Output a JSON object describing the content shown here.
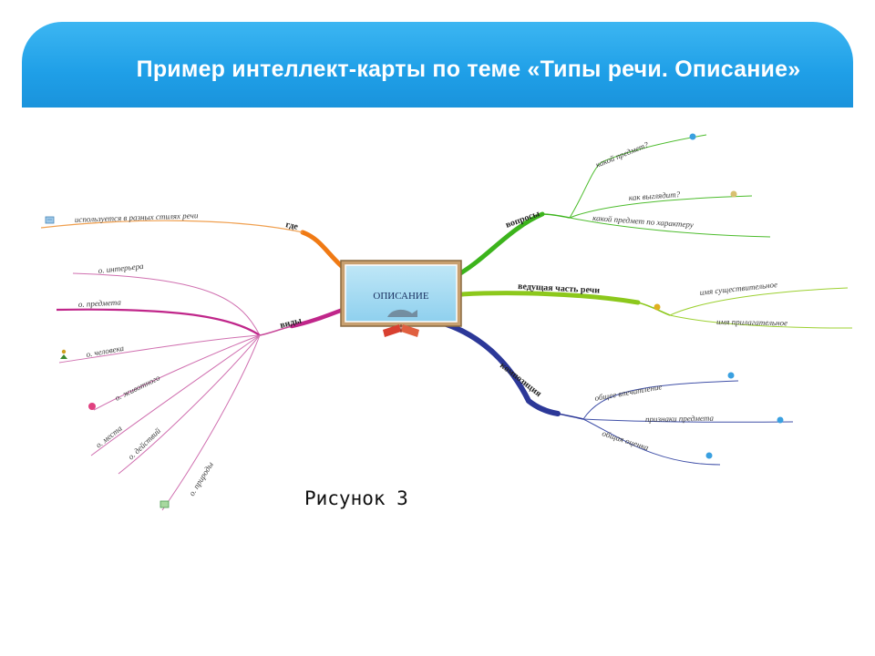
{
  "slide": {
    "title": "Пример интеллект-карты по теме «Типы речи. Описание»"
  },
  "mindmap": {
    "center": "ОПИСАНИЕ",
    "branches": {
      "use": {
        "label": "где",
        "color": "#f07a14",
        "leaves": [
          "используется в разных стилях речи"
        ]
      },
      "kinds": {
        "label": "виды",
        "color": "#c0268a",
        "leaves": [
          "о. интерьера",
          "о. предмета",
          "о. человека",
          "о. животного",
          "о. места",
          "о. действий",
          "о. природы"
        ]
      },
      "questions": {
        "label": "вопросы",
        "color": "#3cb41c",
        "leaves": [
          "какой предмет?",
          "как выглядит?",
          "какой предмет по характеру"
        ]
      },
      "speech": {
        "label": "ведущая часть речи",
        "color": "#8cc81c",
        "leaves": [
          "имя существительное",
          "имя прилагательное"
        ]
      },
      "composition": {
        "label": "композиция",
        "color": "#2c3898",
        "leaves": [
          "общее впечатление",
          "признаки предмета",
          "общая оценка"
        ]
      }
    }
  },
  "caption": "Рисунок 3"
}
